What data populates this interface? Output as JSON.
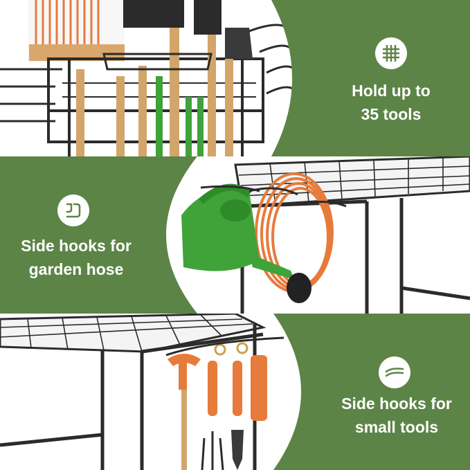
{
  "features": [
    {
      "icon": "grid-icon",
      "line1": "Hold up to",
      "line2": "35 tools"
    },
    {
      "icon": "hook-icon",
      "line1": "Side hooks for",
      "line2": "garden hose"
    },
    {
      "icon": "small-hook-icon",
      "line1": "Side hooks for",
      "line2": "small tools"
    }
  ],
  "colors": {
    "background": "#5d8447",
    "icon_bg": "#ffffff",
    "icon_fg": "#5d8447",
    "frame": "#2b2b2b",
    "accent_orange": "#e67b3c",
    "can_green": "#3fa33a"
  }
}
